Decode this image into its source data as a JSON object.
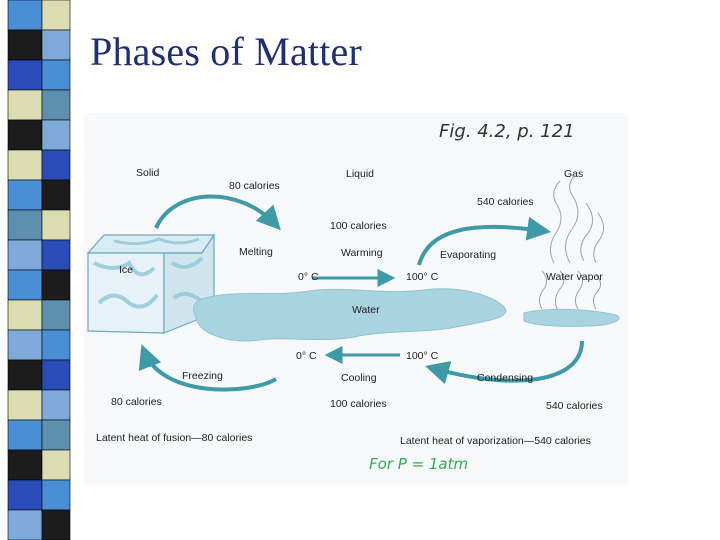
{
  "slide": {
    "title": "Phases of Matter"
  },
  "figure": {
    "handwritten_reference": "Fig. 4.2, p. 121",
    "handwritten_note": "For P = 1atm",
    "phases": {
      "solid": "Solid",
      "liquid": "Liquid",
      "gas": "Gas"
    },
    "items": {
      "ice": "Ice",
      "water": "Water",
      "water_vapor": "Water vapor"
    },
    "transitions": {
      "melting": {
        "label": "Melting",
        "energy": "80 calories"
      },
      "warming": {
        "label": "Warming",
        "energy": "100 calories",
        "from": "0° C",
        "to": "100° C"
      },
      "evaporating": {
        "label": "Evaporating",
        "energy": "540 calories"
      },
      "freezing": {
        "label": "Freezing",
        "energy": "80 calories"
      },
      "cooling": {
        "label": "Cooling",
        "energy": "100 calories",
        "from": "100° C",
        "to": "0° C"
      },
      "condensing": {
        "label": "Condensing",
        "energy": "540 calories"
      }
    },
    "latent_heat": {
      "fusion": "Latent heat of fusion—80 calories",
      "vaporization": "Latent heat of vaporization—540 calories"
    }
  },
  "colors": {
    "title": "#1f2f73",
    "figure_background": "#f7f8fa",
    "arrow": "#3d9aa6",
    "water": "#a9d3df",
    "handwriting_ref": "#333333",
    "handwriting_note": "#2eae4f",
    "stripe_palette": [
      "#4a8fd6",
      "#dcdcb2",
      "#1c1c1c",
      "#7ea9d9",
      "#2a4cb8",
      "#5c8fb0"
    ]
  }
}
